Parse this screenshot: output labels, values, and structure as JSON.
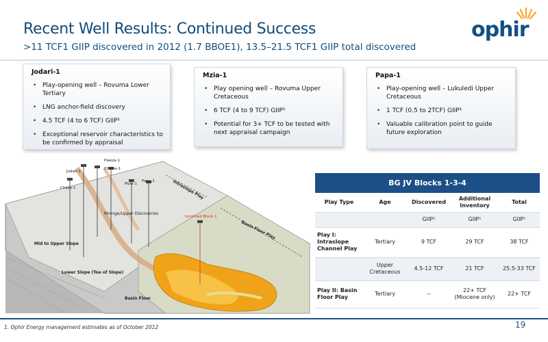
{
  "header": {
    "title": "Recent Well Results: Continued Success",
    "subtitle": ">11 TCF1 GIIP discovered in 2012 (1.7 BBOE1), 13.5–21.5 TCF1 GIIP total discovered",
    "logo_text": "ophir"
  },
  "boxes": [
    {
      "title": "Jodari-1",
      "bullets": [
        "Play-opening well – Rovuma Lower Tertiary",
        "LNG anchor-field discovery",
        "4.5 TCF (4 to 6 TCF) GIIP¹",
        "Exceptional reservoir characteristics to be confirmed by appraisal"
      ]
    },
    {
      "title": "Mzia-1",
      "bullets": [
        "Play opening well – Rovuma Upper Cretaceous",
        "6 TCF (4 to 9 TCF) GIIP¹",
        "Potential for 3+ TCF to be tested with next appraisal campaign"
      ]
    },
    {
      "title": "Papa-1",
      "bullets": [
        "Play-opening well – Lukuledi Upper Cretaceous",
        "1 TCF (0.5 to 2TCF) GIIP¹",
        "Valuable calibration point to guide future exploration"
      ]
    }
  ],
  "diagram": {
    "well_labels": [
      "Pweza-1",
      "Jodari-1",
      "Chewa-1",
      "Chaza-1",
      "Mzia-1",
      "Papa-1",
      "Undrilled Block 1"
    ],
    "area_labels": [
      "Mid to Upper Slope",
      "Lower Slope (Toe of Slope)",
      "Basin Floor",
      "Mronge/Upper Discoveries",
      "Intraslope Play",
      "Basin Floor Play"
    ]
  },
  "table": {
    "title": "BG JV Blocks 1-3-4",
    "headers": [
      "Play Type",
      "Age",
      "Discovered",
      "Additional Inventory",
      "Total"
    ],
    "unit_row": [
      "",
      "",
      "GIIP¹",
      "GIIP¹",
      "GIIP¹"
    ],
    "rows": [
      [
        "Play I: Intraslope Channel Play",
        "Tertiary",
        "9 TCF",
        "29 TCF",
        "38 TCF"
      ],
      [
        "",
        "Upper Cretaceous",
        "4.5-12 TCF",
        "21 TCF",
        "25.5-33 TCF"
      ],
      [
        "Play II: Basin Floor Play",
        "Tertiary",
        "--",
        "22+ TCF (Miocene only)",
        "22+ TCF"
      ]
    ]
  },
  "footer": {
    "footnote": "1. Ophir Energy management estimates as of October 2012",
    "page_number": "19"
  },
  "colors": {
    "brand_blue": "#1c4f86",
    "title_blue": "#0f4c7c",
    "logo_orange": "#f5a623"
  }
}
